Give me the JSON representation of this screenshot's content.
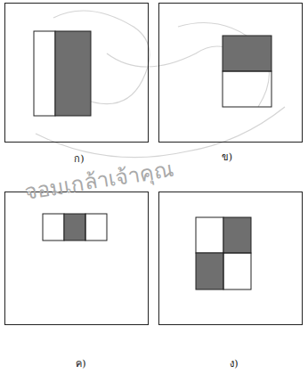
{
  "diagram": {
    "nodes": [
      {
        "text": [
          "ก)"
        ]
      },
      {
        "text": [
          "ข)"
        ]
      },
      {
        "text": [
          "ค)"
        ]
      },
      {
        "text": [
          "ง)"
        ]
      }
    ],
    "labels": [
      "จอมเกล้าเจ้าคุณ"
    ]
  }
}
